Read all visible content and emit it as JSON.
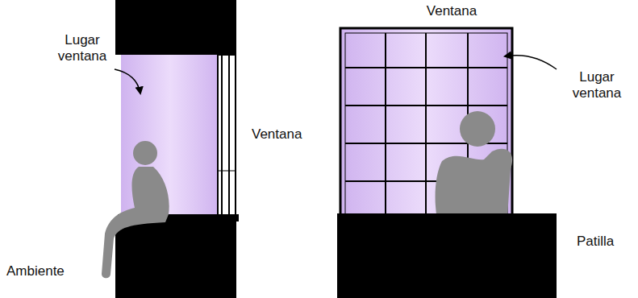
{
  "diagram": {
    "labels": [
      "Lugar ventana",
      "Ventana",
      "Ambiente",
      "Ventana",
      "Lugar ventana",
      "Patilla"
    ]
  }
}
